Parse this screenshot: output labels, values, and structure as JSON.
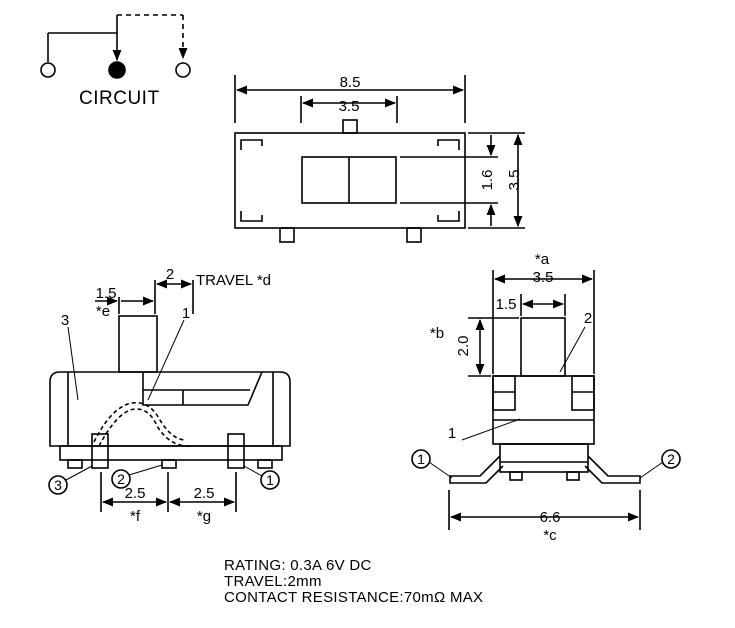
{
  "circuit": {
    "label": "CIRCUIT"
  },
  "top_view": {
    "overall_width": "8.5",
    "knob_travel_width": "3.5",
    "height_inner": "1.6",
    "height_outer": "3.5"
  },
  "front_view": {
    "travel_dim": "2",
    "travel_label": "TRAVEL *d",
    "knob_width": "1.5",
    "knob_note": "*e",
    "callout_3": "3",
    "callout_1": "1",
    "pin_pitch_left": "2.5",
    "pin_pitch_right": "2.5",
    "pitch_note_left": "*f",
    "pitch_note_right": "*g",
    "pin_circle_3": "3",
    "pin_circle_2": "2",
    "pin_circle_1": "1"
  },
  "side_view": {
    "width_note": "*a",
    "width": "3.5",
    "knob_width": "1.5",
    "knob_height": "2.0",
    "knob_height_note": "*b",
    "callout_2": "2",
    "callout_1": "1",
    "pin_circle_1": "1",
    "pin_circle_2": "2",
    "overall_width": "6.6",
    "overall_note": "*c"
  },
  "specs": {
    "rating": "RATING: 0.3A 6V DC",
    "travel": "TRAVEL:2mm",
    "contact_resistance": "CONTACT RESISTANCE:70mΩ  MAX"
  }
}
